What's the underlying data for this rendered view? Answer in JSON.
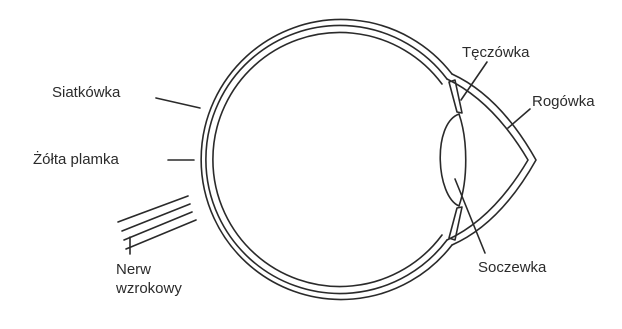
{
  "labels": {
    "retina": "Siatkówka",
    "macula": "Żółta plamka",
    "optic_nerve_line1": "Nerw",
    "optic_nerve_line2": "wzrokowy",
    "iris": "Tęczówka",
    "cornea": "Rogówka",
    "lens": "Soczewka"
  },
  "colors": {
    "line": "#2a2a2a",
    "text": "#2b2b2b",
    "background": "#ffffff"
  }
}
